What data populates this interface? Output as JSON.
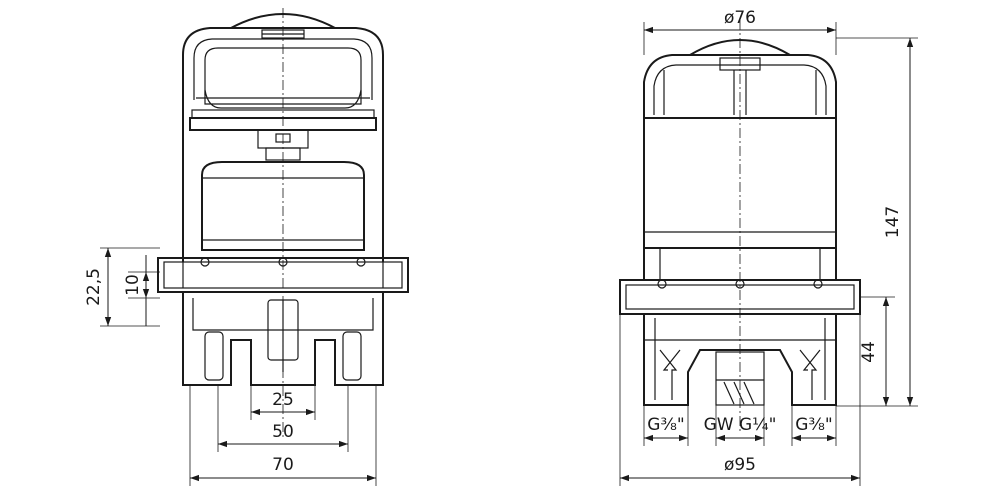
{
  "dimensions": {
    "front": {
      "d1": "22,5",
      "d2": "10",
      "d3": "25",
      "d4": "50",
      "d5": "70"
    },
    "side": {
      "top_diameter": "ø76",
      "height": "147",
      "lower_height": "44",
      "port_left": "G⅜\"",
      "port_center": "GW G¼\"",
      "port_right": "G⅜\"",
      "base_diameter": "ø95"
    }
  },
  "colors": {
    "line": "#1a1a1a",
    "background": "#ffffff"
  }
}
